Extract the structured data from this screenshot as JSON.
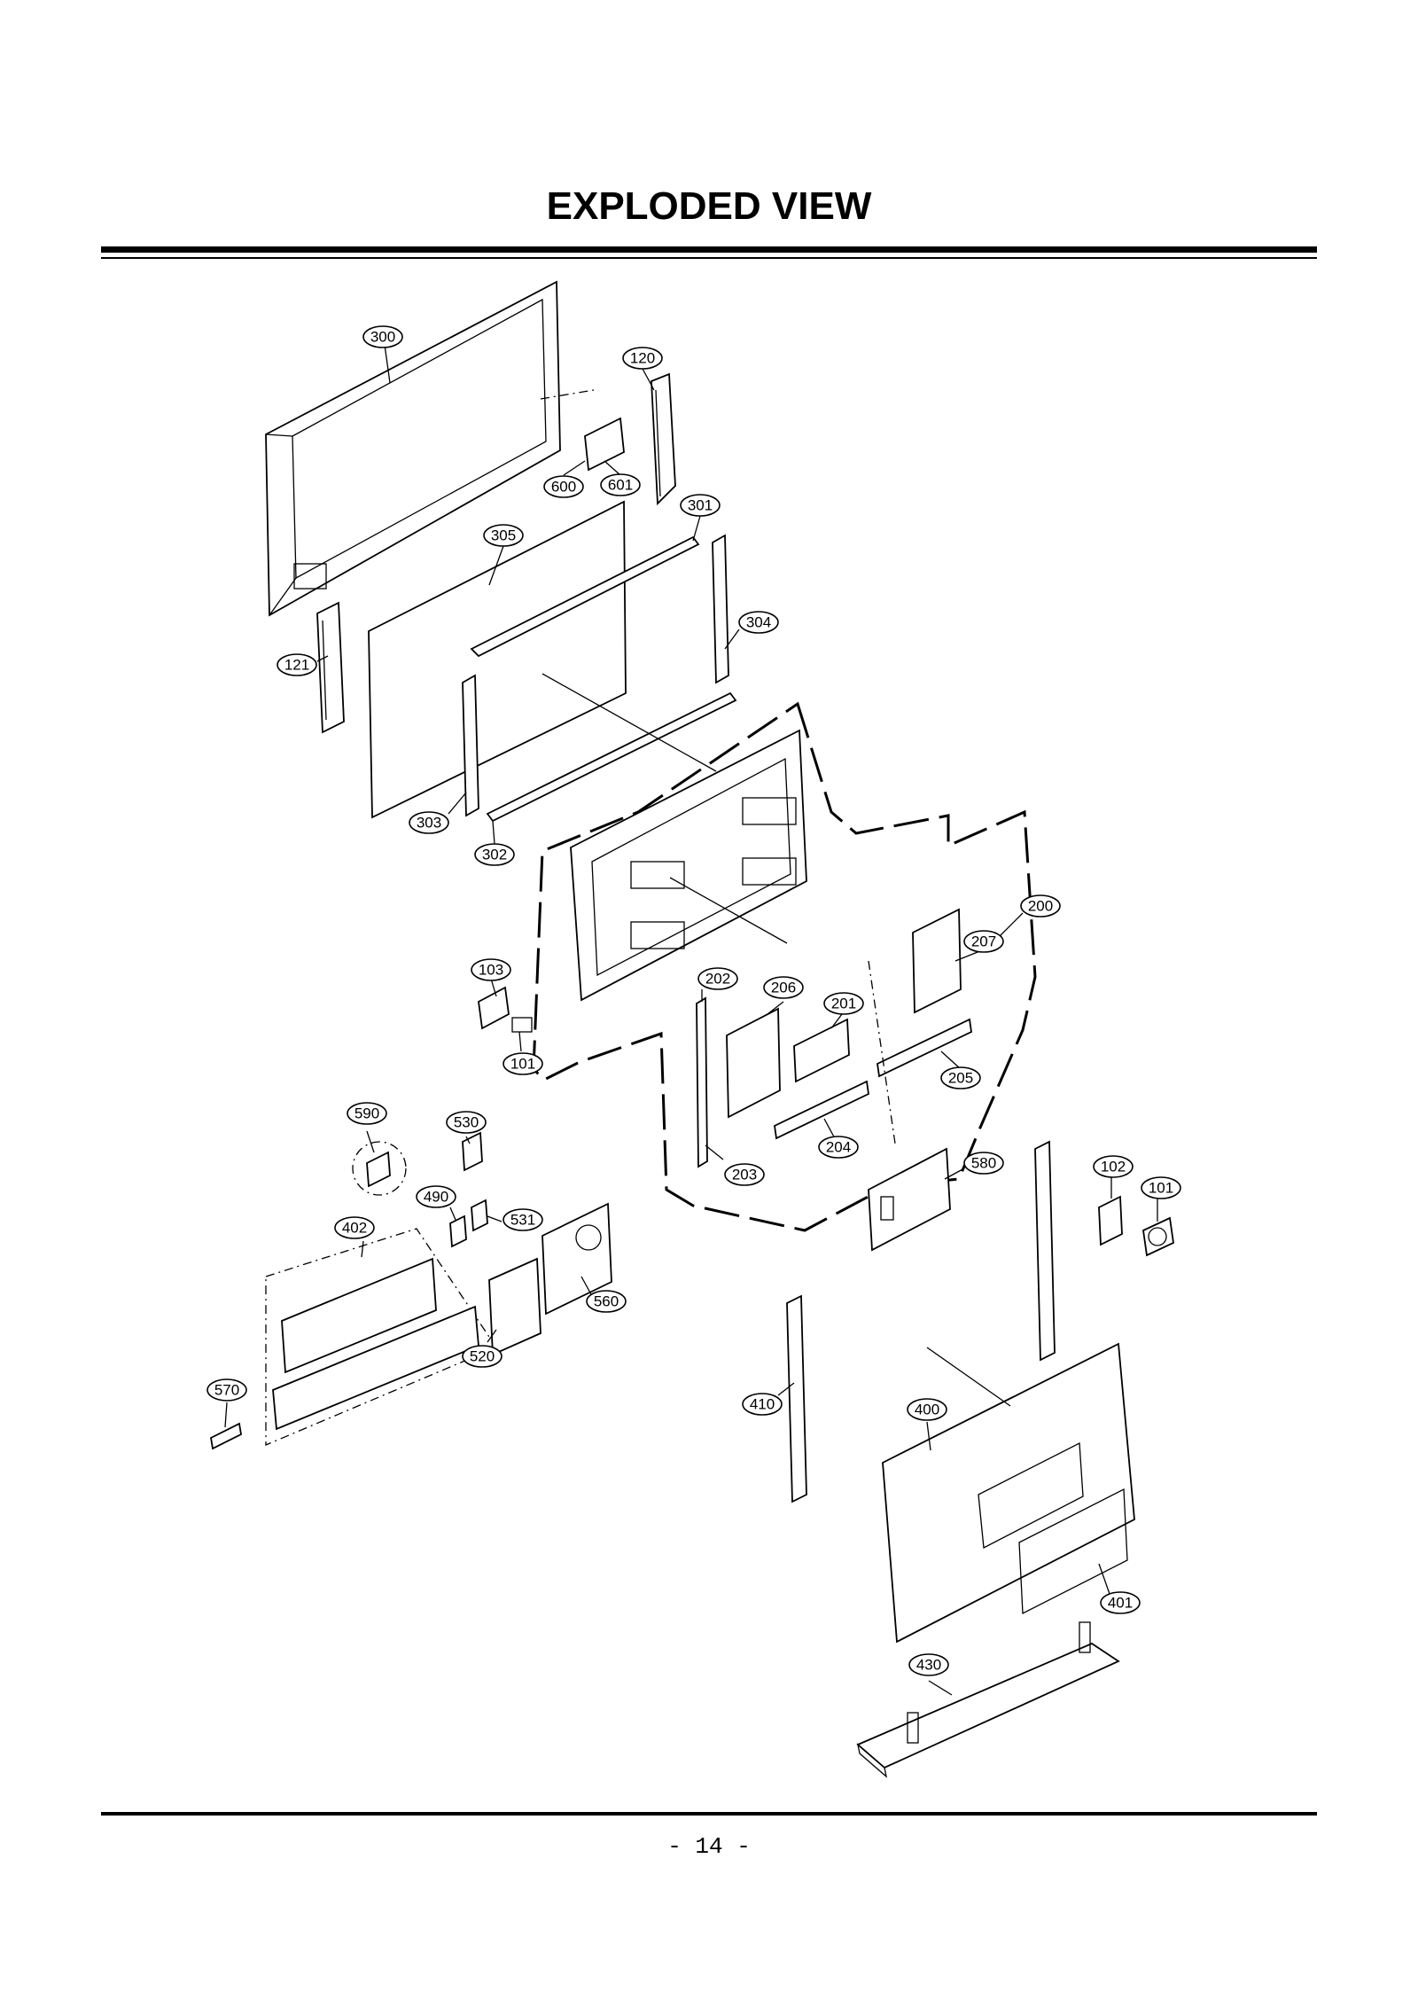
{
  "header": {
    "title": "EXPLODED VIEW"
  },
  "footer": {
    "page_number": "- 14 -"
  },
  "callouts": [
    "300",
    "120",
    "600",
    "601",
    "301",
    "305",
    "304",
    "121",
    "303",
    "302",
    "200",
    "207",
    "103",
    "202",
    "206",
    "201",
    "101",
    "205",
    "204",
    "203",
    "590",
    "530",
    "490",
    "531",
    "402",
    "560",
    "520",
    "570",
    "580",
    "102",
    "101",
    "410",
    "400",
    "401",
    "430"
  ]
}
